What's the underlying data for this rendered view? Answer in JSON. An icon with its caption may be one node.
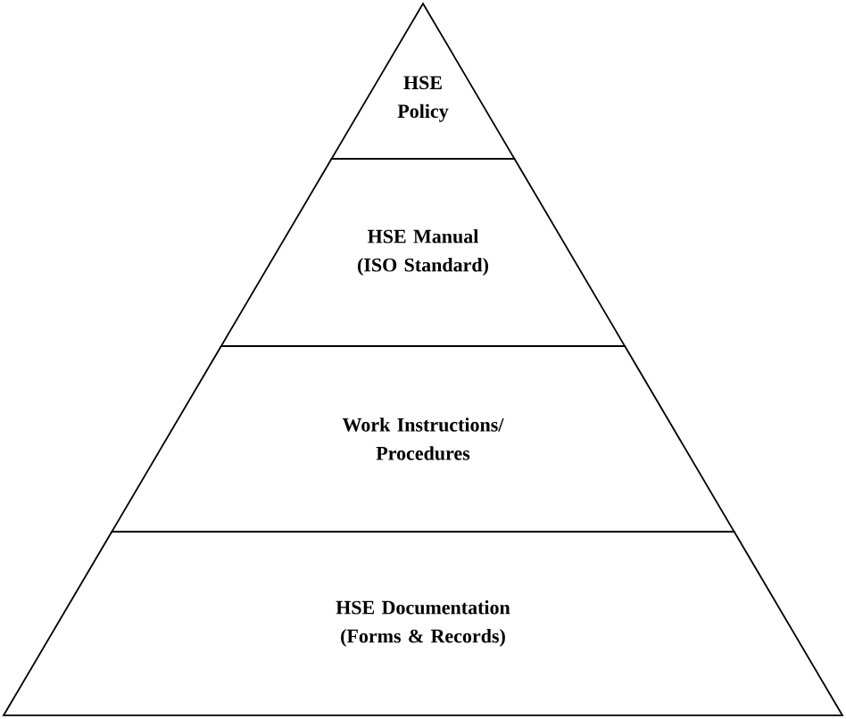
{
  "diagram": {
    "nodes": [
      {
        "text": [
          "HSE Policy"
        ]
      },
      {
        "text": [
          "HSE Manual (ISO Standard)"
        ]
      },
      {
        "text": [
          "Work Instructions/ Procedures"
        ]
      },
      {
        "text": [
          "HSE Documentation (Forms & Records)"
        ]
      }
    ]
  }
}
